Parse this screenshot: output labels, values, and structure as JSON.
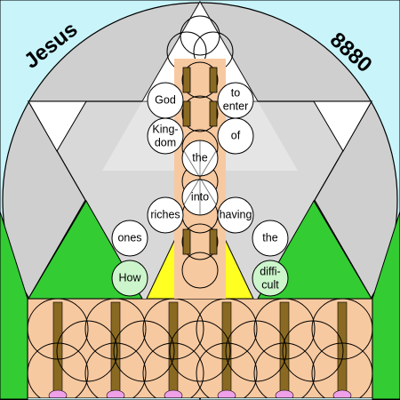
{
  "labels": {
    "left_corner": "Jesus",
    "right_corner": "8880"
  },
  "words": [
    "God",
    "to enter",
    "Kingdom",
    "of",
    "the",
    "into",
    "riches",
    "having",
    "ones",
    "the",
    "How",
    "difficult"
  ],
  "word_lines": {
    "god": "God",
    "to": "to",
    "enter": "enter",
    "king": "King-",
    "dom": "dom",
    "of": "of",
    "the1": "the",
    "into": "into",
    "riches": "riches",
    "having": "having",
    "ones": "ones",
    "the2": "the",
    "how": "How",
    "diffi": "diffi-",
    "cult": "cult"
  },
  "colors": {
    "sky": "#c8f4fa",
    "disc": "#cfcfcf",
    "green": "#33cc33",
    "yellow": "#ffff22",
    "skin": "#f7c9a0",
    "hair": "#8a6a22",
    "pink": "#f0a0e8"
  }
}
